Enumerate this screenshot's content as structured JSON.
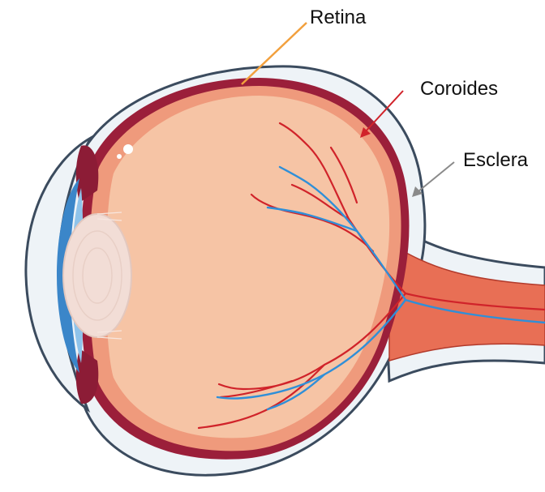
{
  "labels": {
    "retina": "Retina",
    "coroides": "Coroides",
    "esclera": "Esclera"
  },
  "colors": {
    "retina_pointer": "#f2a03d",
    "coroides_pointer": "#d1232a",
    "esclera_pointer": "#8a8a8a",
    "sclera": "#eef3f7",
    "choroid": "#9b1f3a",
    "retina_layer": "#ef9a7c",
    "vitreous": "#f6c4a5",
    "lens": "#f2ddd6",
    "iris": "#3b86c9",
    "artery": "#d0232a",
    "vein": "#2f8fd8"
  }
}
